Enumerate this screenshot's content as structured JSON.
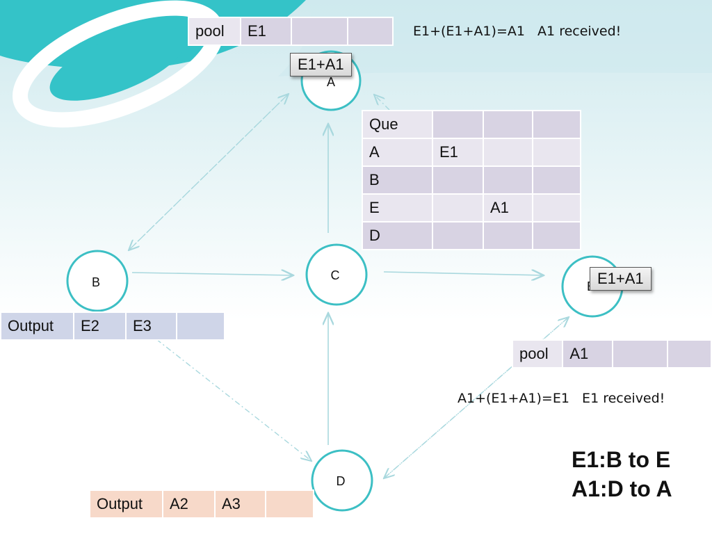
{
  "nodes": {
    "A": {
      "label": "A"
    },
    "B": {
      "label": "B"
    },
    "C": {
      "label": "C"
    },
    "D": {
      "label": "D"
    },
    "E": {
      "label": "E"
    }
  },
  "pool_top": {
    "cells": [
      "pool",
      "E1",
      "",
      ""
    ]
  },
  "pool_right": {
    "cells": [
      "pool",
      "A1",
      "",
      ""
    ]
  },
  "output_b": {
    "cells": [
      "Output",
      "E2",
      "E3",
      ""
    ]
  },
  "output_d": {
    "cells": [
      "Output",
      "A2",
      "A3",
      ""
    ]
  },
  "queue": {
    "header": [
      "Que",
      "",
      "",
      ""
    ],
    "rows": [
      [
        "A",
        "E1",
        "",
        ""
      ],
      [
        "B",
        "",
        "",
        ""
      ],
      [
        "E",
        "",
        "A1",
        ""
      ],
      [
        "D",
        "",
        "",
        ""
      ]
    ]
  },
  "packets": {
    "at_a": "E1+A1",
    "at_e": "E1+A1"
  },
  "notes": {
    "top": "E1+(E1+A1)=A1   A1 received!",
    "right": "A1+(E1+A1)=E1   E1 received!"
  },
  "summary": {
    "line1": "E1:B to E",
    "line2": "A1:D to A"
  },
  "colors": {
    "node_stroke": "#3cbfc4",
    "arrow": "#a9d8de",
    "lavender_cell": "#d8d3e3",
    "lavender_light": "#e9e6ef",
    "blue_cell": "#cfd5e8",
    "peach_cell": "#f7d9c9",
    "teal_decor": "#34c3c8"
  }
}
